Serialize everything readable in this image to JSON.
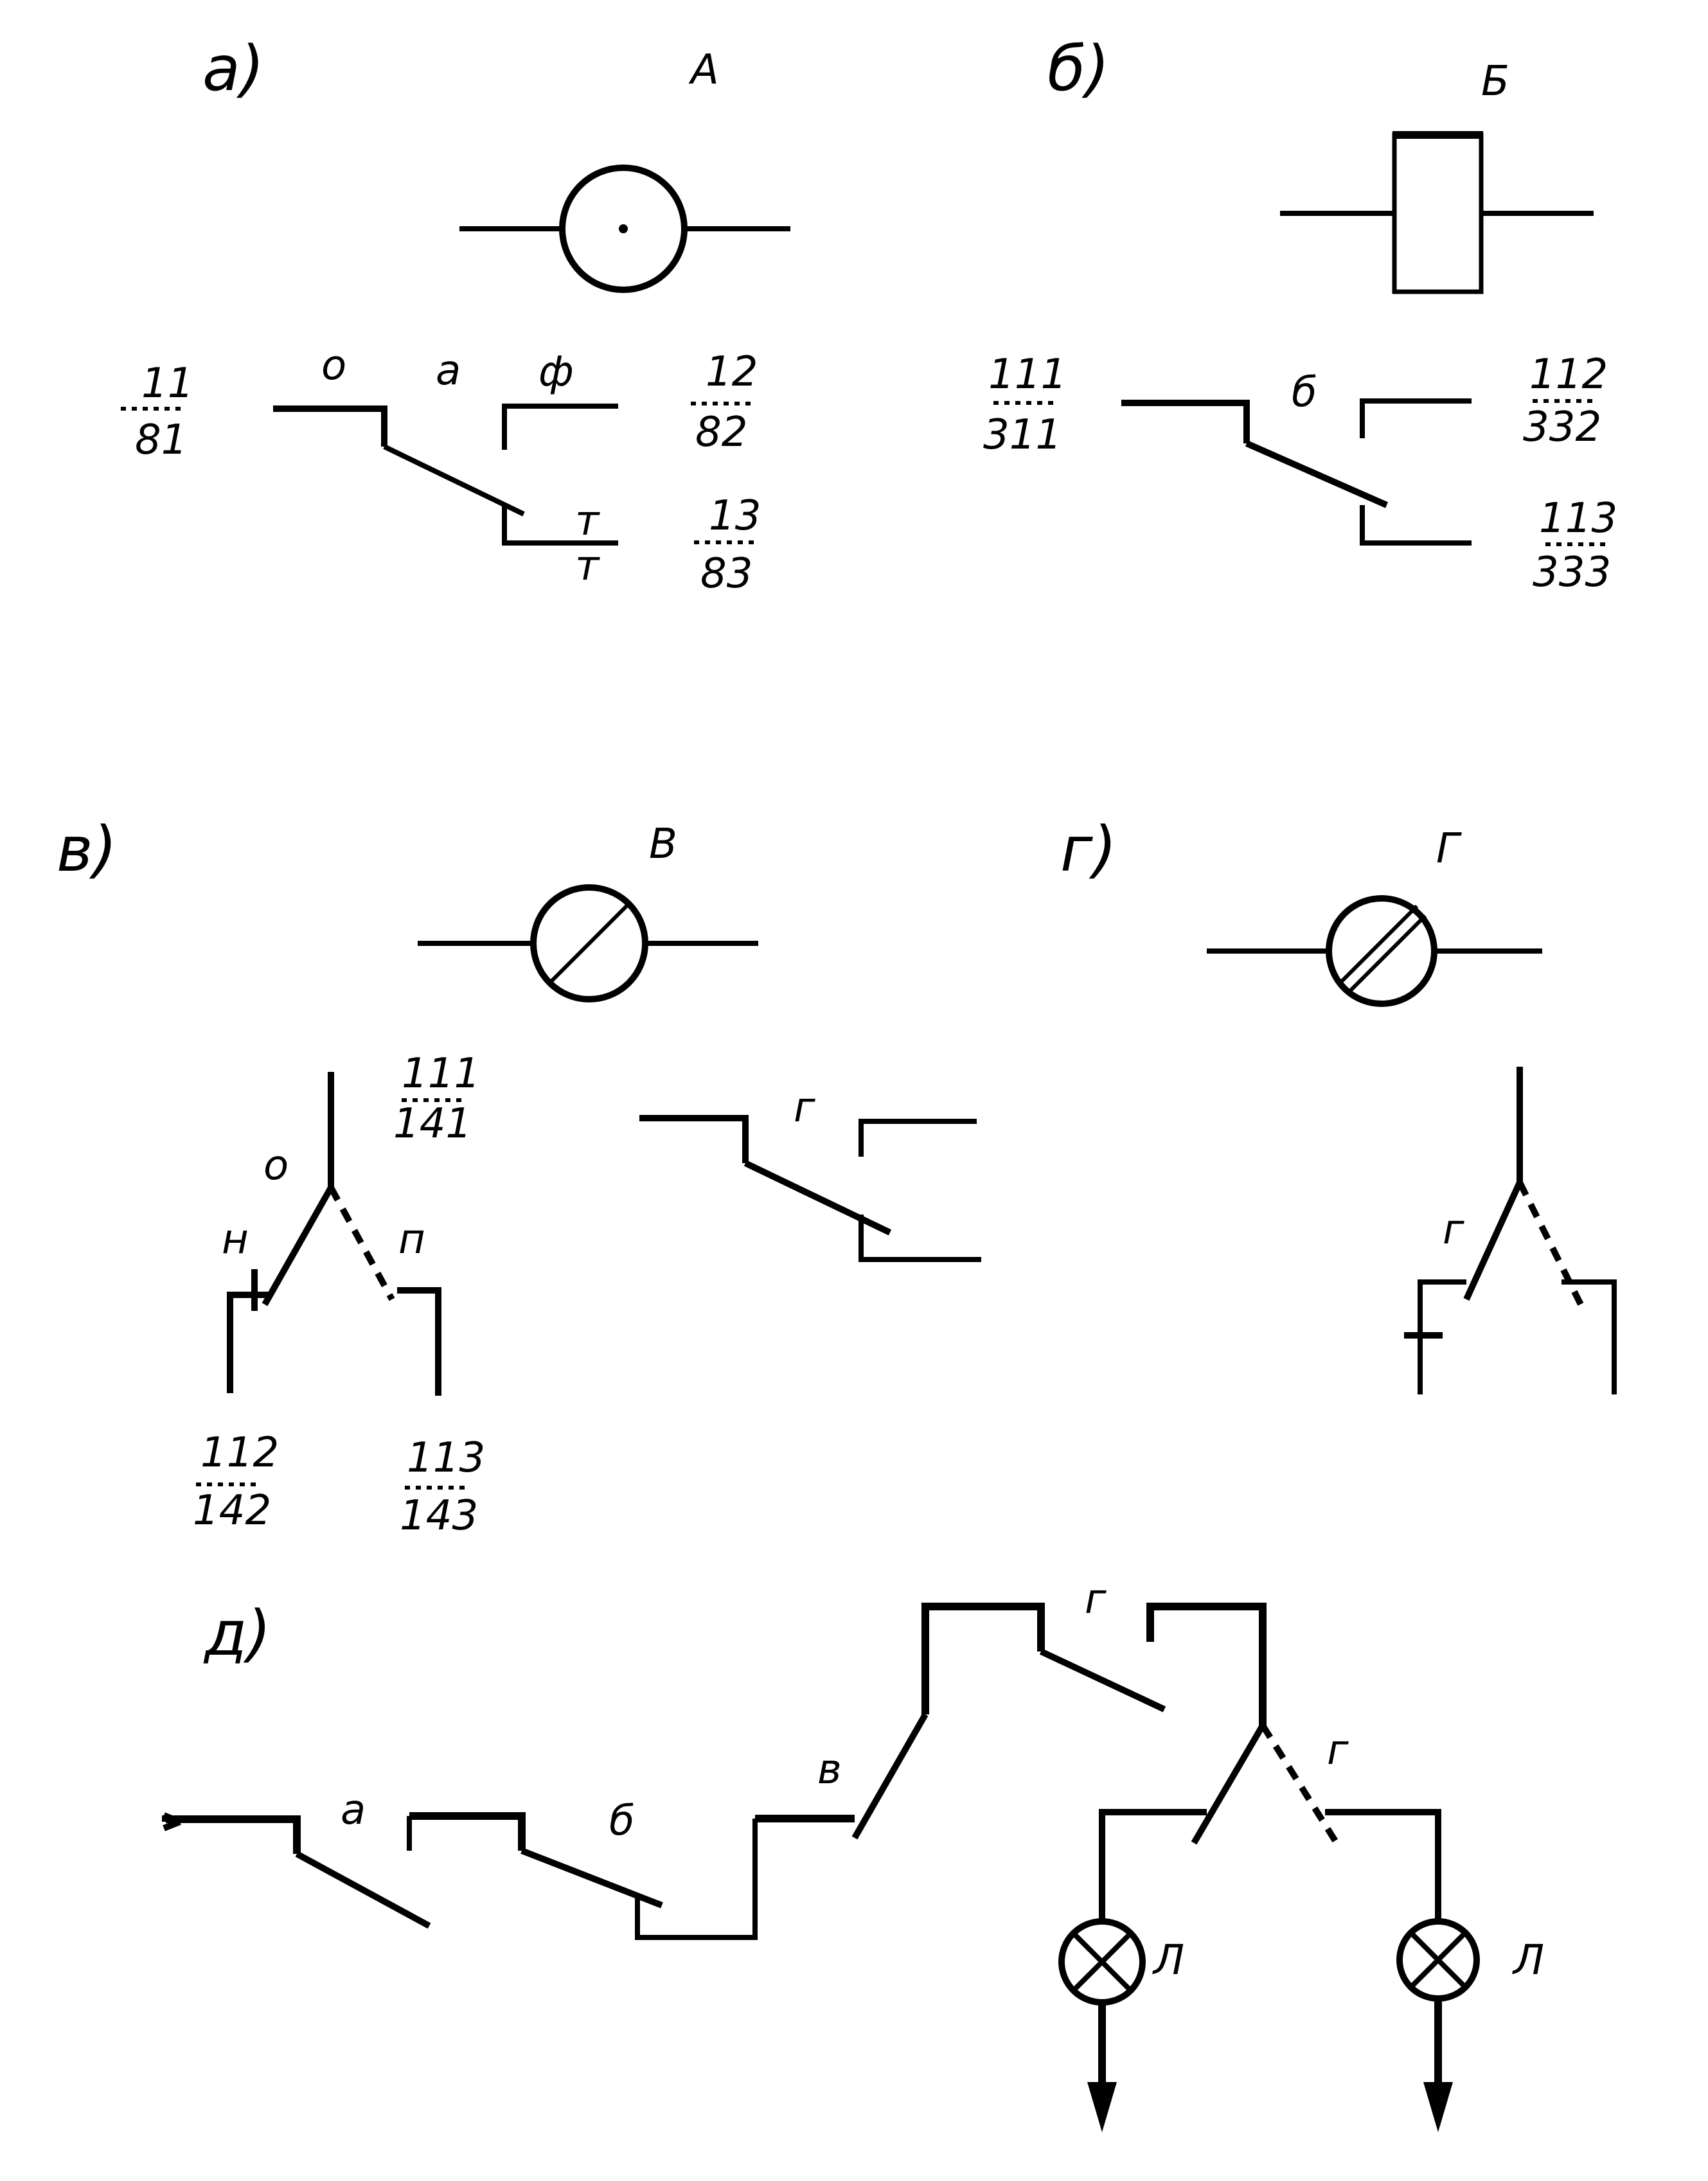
{
  "panels": {
    "a": {
      "label": "а)",
      "device": "А",
      "contacts": {
        "o": "о",
        "a": "а",
        "f": "ф",
        "t1": "т",
        "t2": "т"
      },
      "terminals": [
        {
          "top": "11",
          "bottom": "81"
        },
        {
          "top": "12",
          "bottom": "82"
        },
        {
          "top": "13",
          "bottom": "83"
        }
      ]
    },
    "b": {
      "label": "б)",
      "device": "Б",
      "contact": "б",
      "terminals": [
        {
          "top": "111",
          "bottom": "311"
        },
        {
          "top": "112",
          "bottom": "332"
        },
        {
          "top": "113",
          "bottom": "333"
        }
      ]
    },
    "v": {
      "label": "в)",
      "device": "В",
      "contacts": {
        "o": "о",
        "n": "н",
        "p": "п",
        "g": "г"
      },
      "terminals": [
        {
          "top": "111",
          "bottom": "141"
        },
        {
          "top": "112",
          "bottom": "142"
        },
        {
          "top": "113",
          "bottom": "143"
        }
      ]
    },
    "g": {
      "label": "г)",
      "device": "Г",
      "contact": "г"
    },
    "d": {
      "label": "д)",
      "contacts": {
        "a": "а",
        "b": "б",
        "v": "в",
        "g1": "г",
        "g2": "г"
      },
      "lamps": [
        "Л",
        "Л"
      ]
    }
  }
}
